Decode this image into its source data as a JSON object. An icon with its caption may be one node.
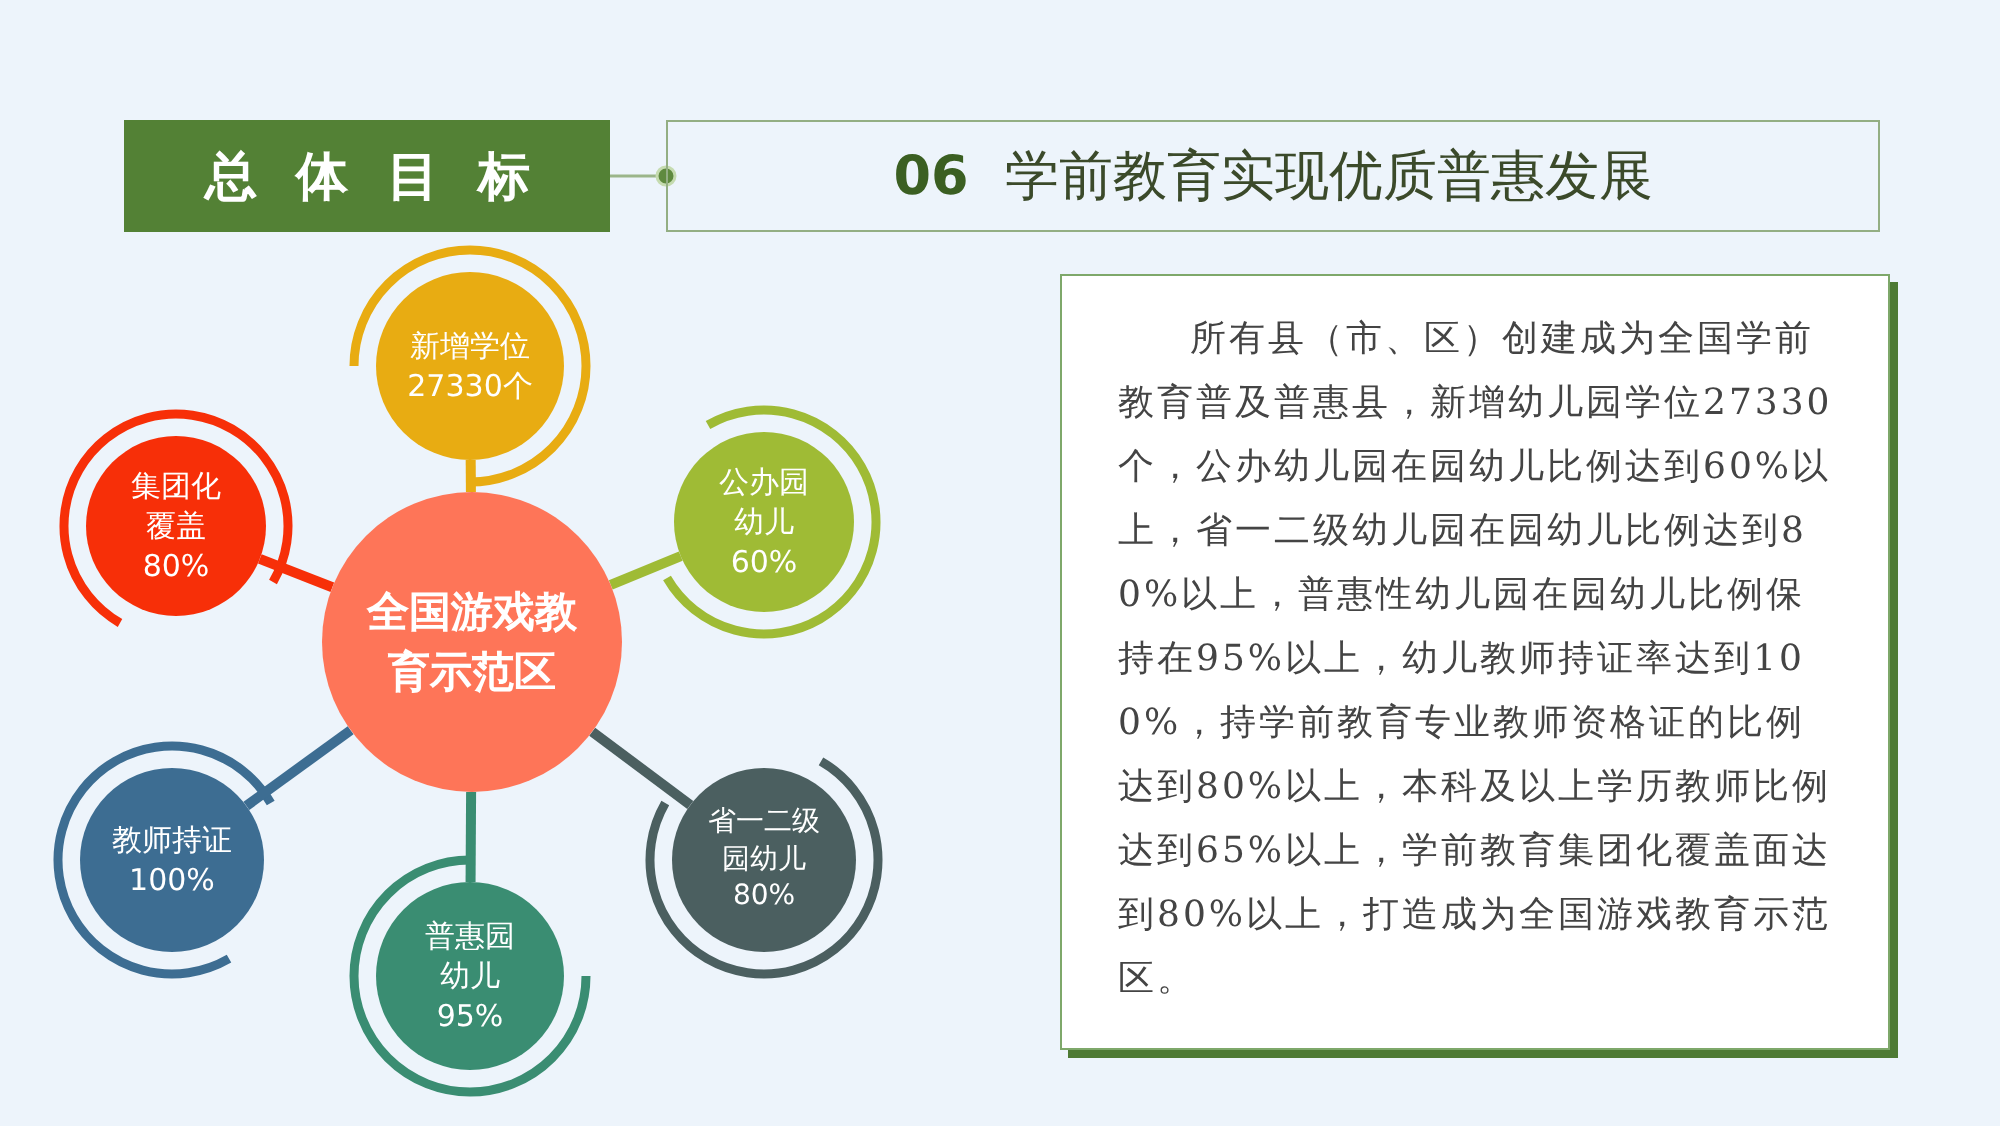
{
  "diagram": {
    "nodes": [
      {
        "text": [
          "总体目标"
        ]
      },
      {
        "text": [
          "06",
          "学前教育实现优质普惠发展"
        ]
      },
      {
        "text": [
          "全国游戏教育示范区"
        ]
      },
      {
        "text": [
          "新增学位27330个"
        ]
      },
      {
        "text": [
          "公办园幼儿60%"
        ]
      },
      {
        "text": [
          "省一二级园幼儿80%"
        ]
      },
      {
        "text": [
          "普惠园幼儿95%"
        ]
      },
      {
        "text": [
          "教师持证100%"
        ]
      },
      {
        "text": [
          "集团化覆盖80%"
        ]
      },
      {
        "text": [
          "所有县（市、区）创建成为全国学前教育普及普惠县，新增幼儿园学位27330个，公办幼儿园在园幼儿比例达到60%以上，省一二级幼儿园在园幼儿比例达到80%以上，普惠性幼儿园在园幼儿比例保持在95%以上，幼儿教师持证率达到100%，持学前教育专业教师资格证的比例达到80%以上，本科及以上学历教师比例达到65%以上，学前教育集团化覆盖面达到80%以上，打造成为全国游戏教育示范区。"
        ]
      }
    ],
    "edges": [
      {
        "from": 0,
        "to": 1,
        "arrow": "none"
      },
      {
        "from": 2,
        "to": 3,
        "arrow": "none",
        "color": "#e8ac12"
      },
      {
        "from": 2,
        "to": 4,
        "arrow": "none",
        "color": "#9fbb35"
      },
      {
        "from": 2,
        "to": 5,
        "arrow": "none",
        "color": "#4b5f60"
      },
      {
        "from": 2,
        "to": 6,
        "arrow": "none",
        "color": "#3a8d72"
      },
      {
        "from": 2,
        "to": 7,
        "arrow": "none",
        "color": "#3d6d92"
      },
      {
        "from": 2,
        "to": 8,
        "arrow": "none",
        "color": "#f72f08"
      }
    ]
  }
}
